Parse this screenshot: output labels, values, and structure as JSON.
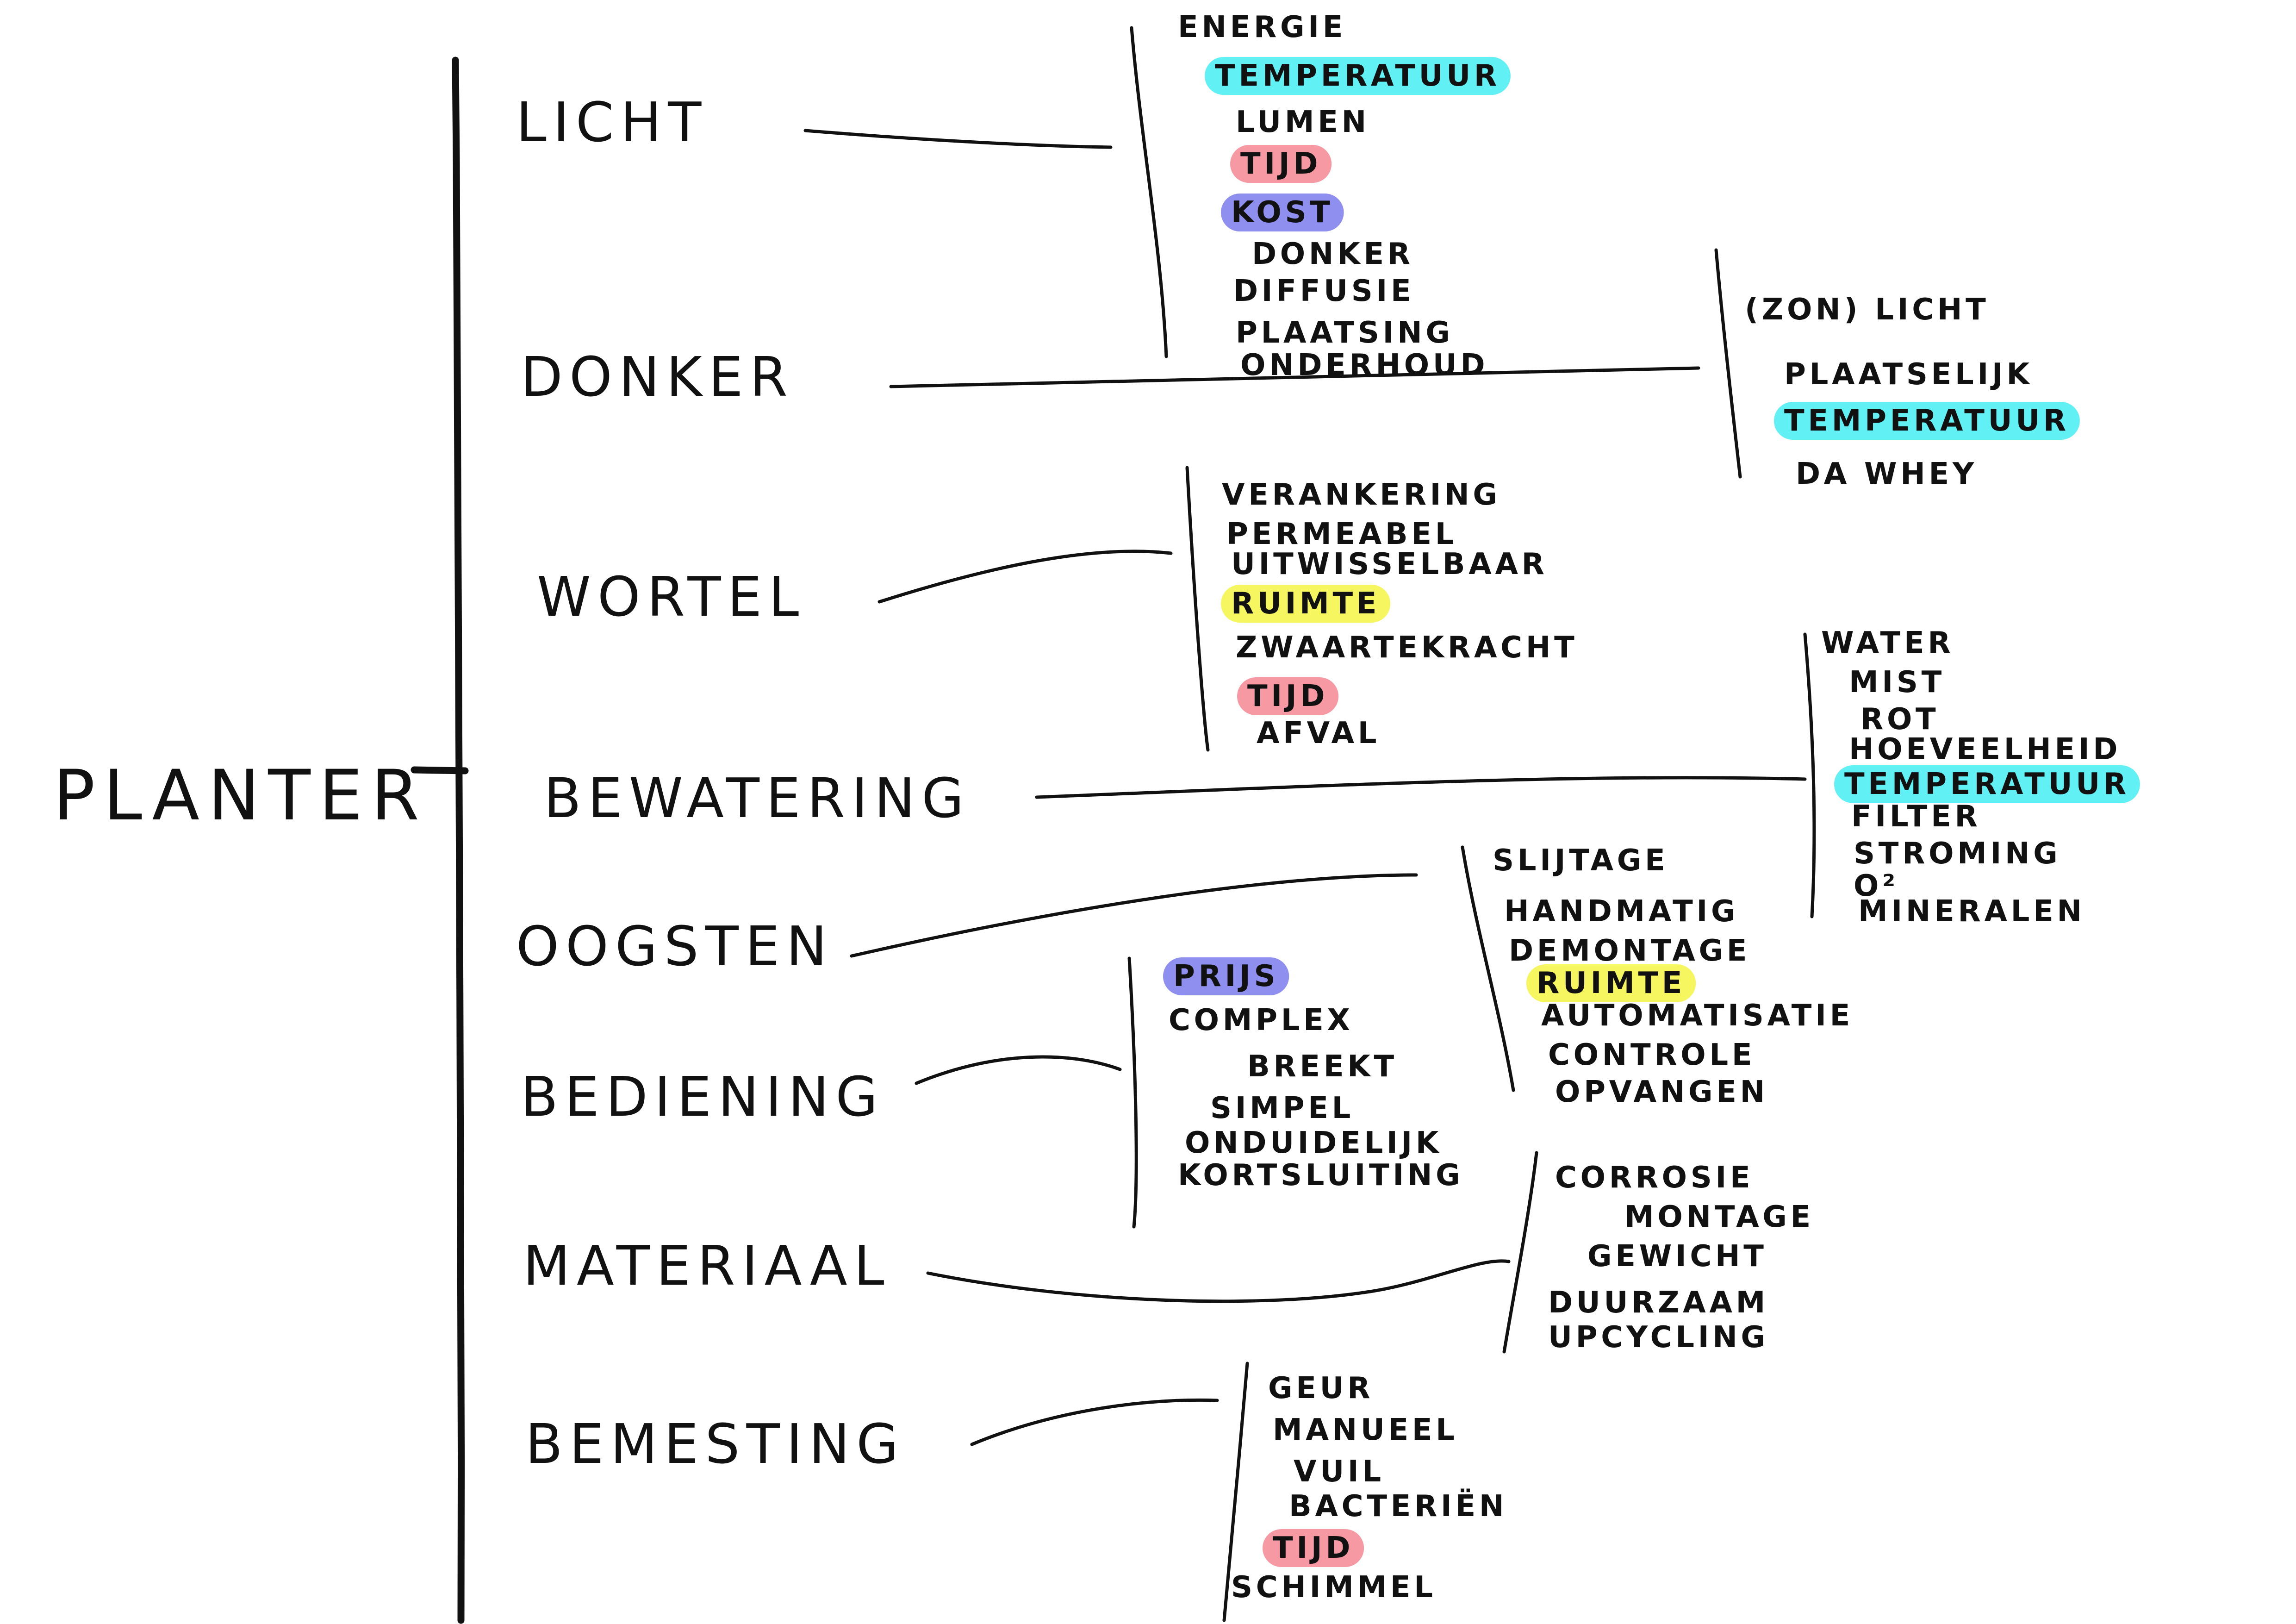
{
  "root": "PLANTER",
  "colors": {
    "ink": "#111111",
    "cyan": "#00e6ee",
    "red": "#f25a6a",
    "blue": "#4a4ae6",
    "yellow": "#f0f000"
  },
  "branches": [
    {
      "label": "LICHT",
      "items": [
        {
          "text": "ENERGIE"
        },
        {
          "text": "TEMPERATUUR",
          "highlight": "cyan"
        },
        {
          "text": "LUMEN"
        },
        {
          "text": "TIJD",
          "highlight": "red"
        },
        {
          "text": "KOST",
          "highlight": "blue"
        },
        {
          "text": "DONKER"
        },
        {
          "text": "DIFFUSIE"
        },
        {
          "text": "PLAATSING"
        },
        {
          "text": "ONDERHOUD"
        }
      ]
    },
    {
      "label": "DONKER",
      "items": [
        {
          "text": "(ZON) LICHT"
        },
        {
          "text": "PLAATSELIJK"
        },
        {
          "text": "TEMPERATUUR",
          "highlight": "cyan"
        },
        {
          "text": "DA WHEY"
        }
      ]
    },
    {
      "label": "WORTEL",
      "items": [
        {
          "text": "VERANKERING"
        },
        {
          "text": "PERMEABEL"
        },
        {
          "text": "UITWISSELBAAR"
        },
        {
          "text": "RUIMTE",
          "highlight": "yellow"
        },
        {
          "text": "ZWAARTEKRACHT"
        },
        {
          "text": "TIJD",
          "highlight": "red"
        },
        {
          "text": "AFVAL"
        }
      ]
    },
    {
      "label": "BEWATERING",
      "items": [
        {
          "text": "WATER"
        },
        {
          "text": "MIST"
        },
        {
          "text": "ROT"
        },
        {
          "text": "HOEVEELHEID"
        },
        {
          "text": "TEMPERATUUR",
          "highlight": "cyan"
        },
        {
          "text": "FILTER"
        },
        {
          "text": "STROMING"
        },
        {
          "text": "O²"
        },
        {
          "text": "MINERALEN"
        }
      ]
    },
    {
      "label": "OOGSTEN",
      "items": [
        {
          "text": "SLIJTAGE"
        },
        {
          "text": "HANDMATIG"
        },
        {
          "text": "DEMONTAGE"
        },
        {
          "text": "RUIMTE",
          "highlight": "yellow"
        },
        {
          "text": "AUTOMATISATIE"
        },
        {
          "text": "CONTROLE"
        },
        {
          "text": "OPVANGEN"
        }
      ]
    },
    {
      "label": "BEDIENING",
      "items": [
        {
          "text": "PRIJS",
          "highlight": "blue"
        },
        {
          "text": "COMPLEX"
        },
        {
          "text": "BREEKT"
        },
        {
          "text": "SIMPEL"
        },
        {
          "text": "ONDUIDELIJK"
        },
        {
          "text": "KORTSLUITING"
        }
      ]
    },
    {
      "label": "MATERIAAL",
      "items": [
        {
          "text": "CORROSIE"
        },
        {
          "text": "MONTAGE"
        },
        {
          "text": "GEWICHT"
        },
        {
          "text": "DUURZAAM"
        },
        {
          "text": "UPCYCLING"
        }
      ]
    },
    {
      "label": "BEMESTING",
      "items": [
        {
          "text": "GEUR"
        },
        {
          "text": "MANUEEL"
        },
        {
          "text": "VUIL"
        },
        {
          "text": "BACTERIËN"
        },
        {
          "text": "TIJD",
          "highlight": "red"
        },
        {
          "text": "SCHIMMEL"
        }
      ]
    }
  ]
}
